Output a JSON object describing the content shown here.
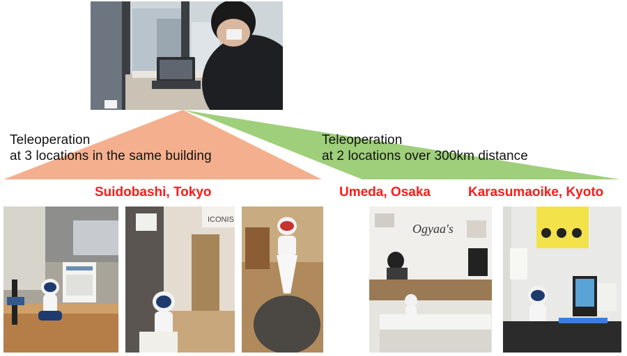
{
  "captions": {
    "same_building": [
      "Teleoperation",
      "at 3 locations in the same building"
    ],
    "remote": [
      "Teleoperation",
      "at 2 locations over 300km distance"
    ]
  },
  "locations": {
    "tokyo": "Suidobashi, Tokyo",
    "osaka": "Umeda, Osaka",
    "kyoto": "Karasumaoike, Kyoto"
  },
  "photo_signs": {
    "iconis": "ICONIS",
    "ogyaas": "Ogyaa's"
  },
  "colors": {
    "same_building_triangle": "#f4b08e",
    "remote_triangle": "#9fcf7a",
    "location_text": "#ff1a1a"
  }
}
